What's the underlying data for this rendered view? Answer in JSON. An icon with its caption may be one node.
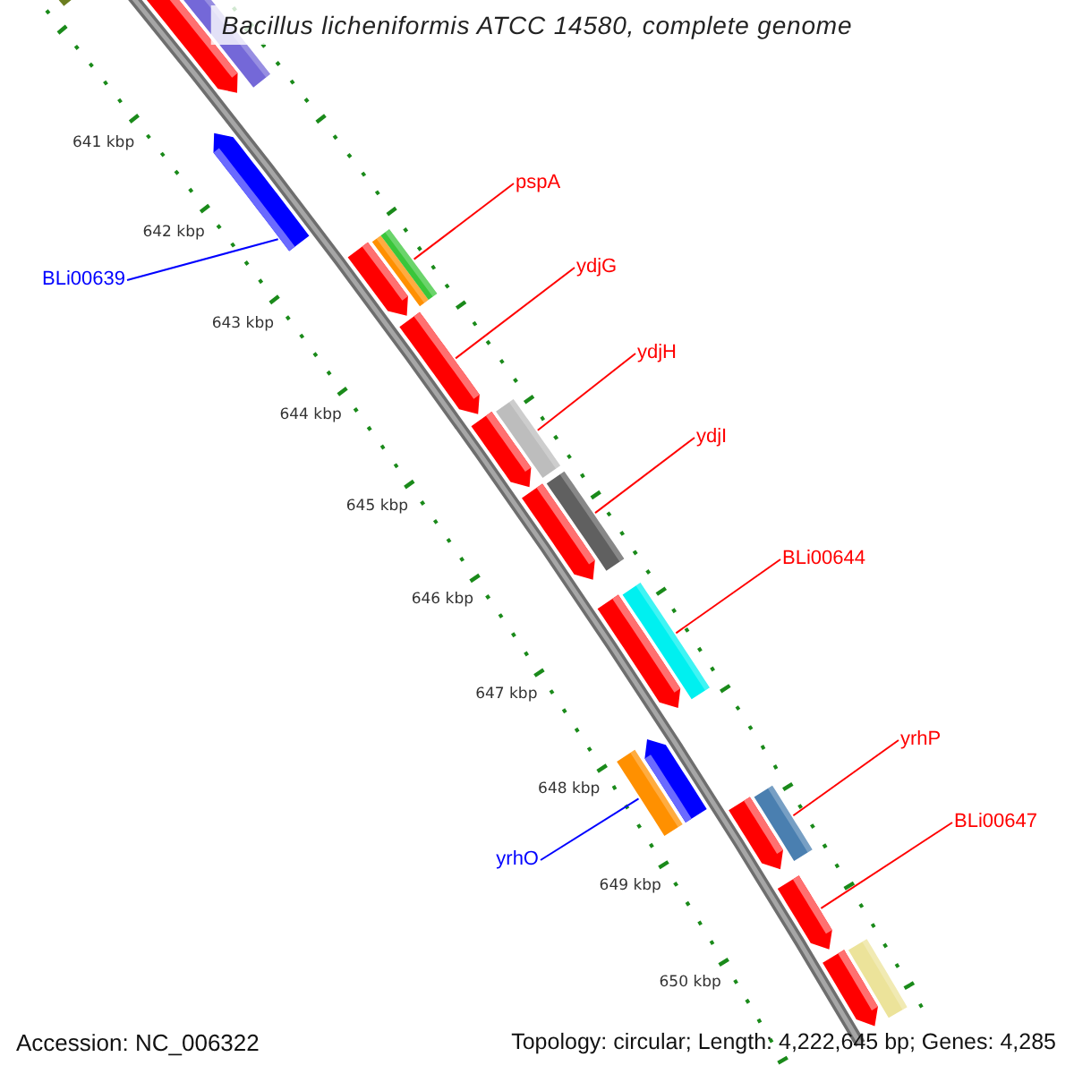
{
  "diagram": {
    "title": "Bacillus licheniformis ATCC 14580, complete genome",
    "nodes": [
      {
        "text": [],
        "shape": "arrow"
      },
      {
        "text": [],
        "shape": "arrow"
      },
      {
        "text": [],
        "shape": "arrow"
      },
      {
        "text": [],
        "shape": "arrow"
      },
      {
        "text": [],
        "shape": "arrow"
      },
      {
        "text": [],
        "shape": "arrow"
      },
      {
        "text": [],
        "shape": "arrow"
      },
      {
        "text": [],
        "shape": "arrow"
      },
      {
        "text": [],
        "shape": "arrow"
      },
      {
        "text": [],
        "shape": "arrow"
      },
      {
        "text": [],
        "shape": "arrow"
      },
      {
        "text": [
          "pspA"
        ]
      },
      {
        "text": [
          "ydjG"
        ]
      },
      {
        "text": [
          "BLi00639"
        ]
      },
      {
        "text": [
          "ydjH"
        ]
      },
      {
        "text": [
          "ydjI"
        ]
      },
      {
        "text": [
          "BLi00644"
        ]
      },
      {
        "text": [
          "yrhP"
        ]
      },
      {
        "text": [
          "BLi00647"
        ]
      },
      {
        "text": [
          "yrhO"
        ]
      }
    ],
    "edges": [
      {
        "from": 11,
        "to": 2,
        "arrow": "none"
      },
      {
        "from": 12,
        "to": 3,
        "arrow": "none"
      },
      {
        "from": 13,
        "to": 1,
        "arrow": "none",
        "color": "#0000ff"
      },
      {
        "from": 14,
        "to": 4,
        "arrow": "none"
      },
      {
        "from": 15,
        "to": 5,
        "arrow": "none"
      },
      {
        "from": 16,
        "to": 6,
        "arrow": "none"
      },
      {
        "from": 17,
        "to": 8,
        "arrow": "none"
      },
      {
        "from": 18,
        "to": 9,
        "arrow": "none"
      },
      {
        "from": 19,
        "to": 7,
        "arrow": "none",
        "color": "#0000ff"
      }
    ],
    "labels": [
      "641 kbp",
      "642 kbp",
      "643 kbp",
      "644 kbp",
      "645 kbp",
      "646 kbp",
      "647 kbp",
      "648 kbp",
      "649 kbp",
      "650 kbp",
      "Accession: NC_006322",
      "Topology: circular; Length: 4,222,645 bp; Genes: 4,285"
    ]
  }
}
